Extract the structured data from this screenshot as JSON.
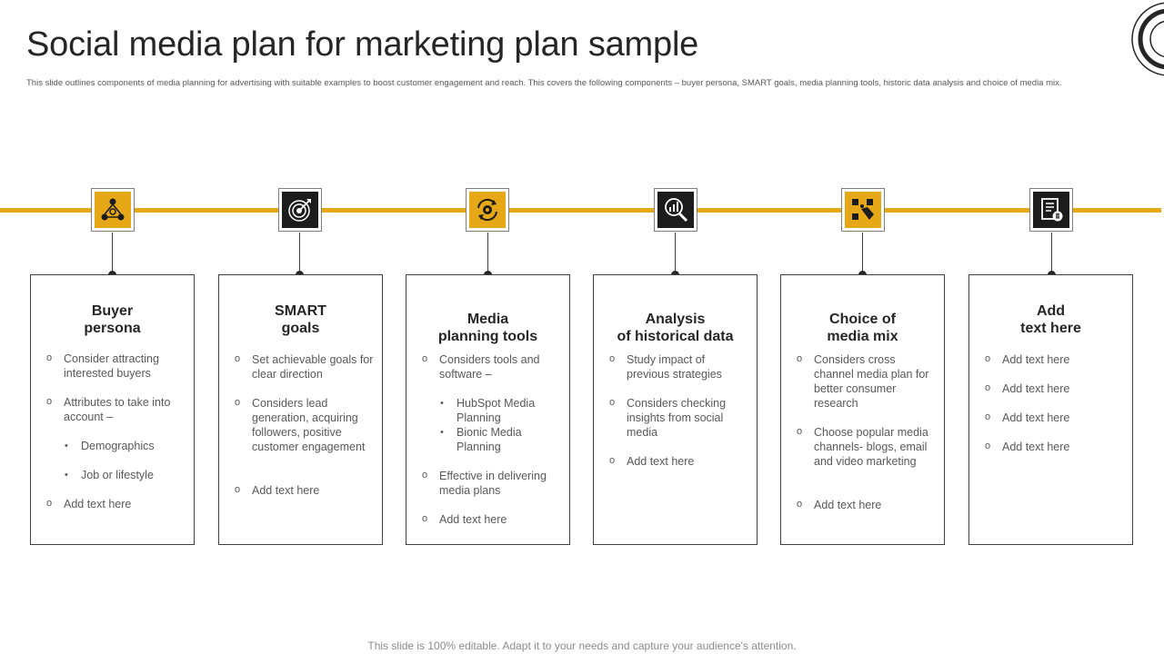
{
  "title": "Social media plan for marketing plan sample",
  "subtitle": "This slide outlines components of media planning for advertising with suitable examples to boost customer engagement and reach. This covers the following components – buyer persona, SMART goals, media planning tools, historic data analysis and choice of media mix.",
  "footer": "This slide is 100% editable. Adapt it to your needs and capture your audience's attention.",
  "colors": {
    "accent": "#E6A817",
    "dark": "#1c1c1c",
    "text": "#595959",
    "title": "#262626"
  },
  "steps": [
    {
      "icon": "persona-network-icon",
      "title_line1": "Buyer",
      "title_line2": "persona",
      "items": [
        "Consider attracting interested buyers",
        "Attributes to take into account –",
        "Add text here"
      ],
      "subitems": [
        "Demographics",
        "Job or lifestyle"
      ]
    },
    {
      "icon": "target-icon",
      "title_line1": "SMART",
      "title_line2": "goals",
      "items": [
        "Set achievable goals for clear direction",
        "Considers lead generation, acquiring followers, positive customer engagement",
        "Add text here"
      ]
    },
    {
      "icon": "gear-cycle-icon",
      "title_line1": "Media",
      "title_line2": "planning tools",
      "items": [
        "Considers tools and software –",
        "Effective in delivering media plans",
        "Add text here"
      ],
      "subitems": [
        "HubSpot Media Planning",
        "Bionic Media Planning"
      ]
    },
    {
      "icon": "chart-magnifier-icon",
      "title_line1": "Analysis",
      "title_line2": "of historical data",
      "items": [
        "Study impact of previous strategies",
        "Considers checking insights from social media",
        "Add text here"
      ]
    },
    {
      "icon": "media-mix-icon",
      "title_line1": "Choice of",
      "title_line2": "media mix",
      "items": [
        "Considers cross channel media plan for better consumer research",
        "Choose popular media channels- blogs, email and video marketing",
        "Add text here"
      ]
    },
    {
      "icon": "document-icon",
      "title_line1": "Add",
      "title_line2": "text here",
      "items": [
        "Add text here",
        "Add text here",
        "Add text here",
        "Add text here"
      ]
    }
  ]
}
